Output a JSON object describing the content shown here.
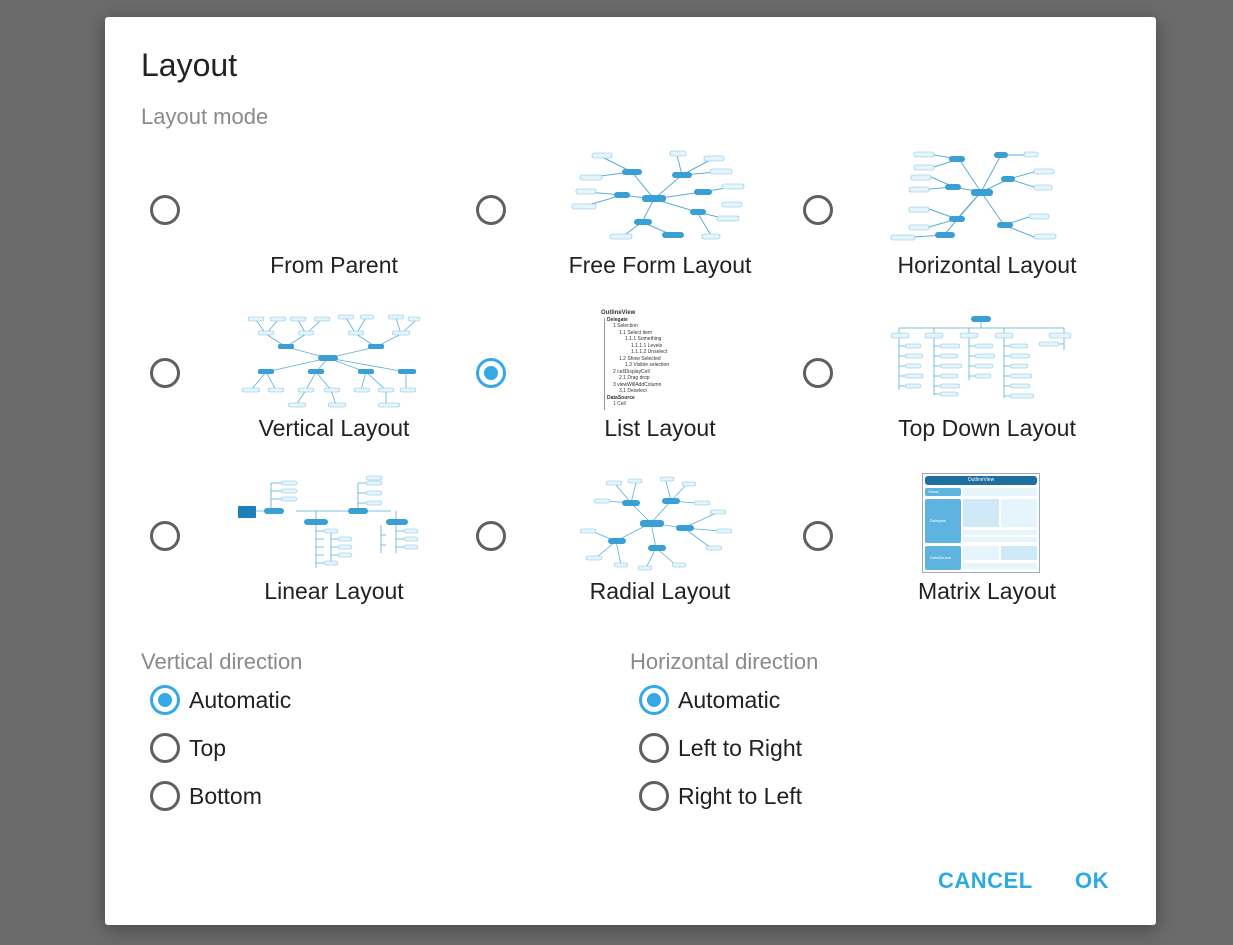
{
  "dialog": {
    "title": "Layout",
    "layout_mode_label": "Layout mode",
    "options": [
      {
        "label": "From Parent",
        "selected": false,
        "icon": "none"
      },
      {
        "label": "Free Form Layout",
        "selected": false,
        "icon": "free-form-map-icon"
      },
      {
        "label": "Horizontal Layout",
        "selected": false,
        "icon": "horizontal-map-icon"
      },
      {
        "label": "Vertical Layout",
        "selected": false,
        "icon": "vertical-map-icon"
      },
      {
        "label": "List Layout",
        "selected": true,
        "icon": "list-outline-icon"
      },
      {
        "label": "Top Down Layout",
        "selected": false,
        "icon": "top-down-map-icon"
      },
      {
        "label": "Linear Layout",
        "selected": false,
        "icon": "linear-map-icon"
      },
      {
        "label": "Radial Layout",
        "selected": false,
        "icon": "radial-map-icon"
      },
      {
        "label": "Matrix Layout",
        "selected": false,
        "icon": "matrix-table-icon"
      }
    ],
    "list_preview": {
      "header": "OutlineView",
      "rows": [
        "Delegate",
        "1 Selection",
        "1.1 Select item",
        "1.1.1 Something",
        "1.1.1.1 Levels",
        "1.1.1.2 Unselect",
        "1.2 Show Selected",
        "1.3 Visible selection",
        "2 cellDisplayCell",
        "2.1 Drag drop",
        "3 viewWillAddColumn",
        "3.1 Deselect",
        "DataSource",
        "1 Cell"
      ]
    },
    "matrix_preview": {
      "header": "OutlineView",
      "row_labels": [
        "Views",
        "Delegate",
        "DataSource"
      ]
    },
    "vertical_direction": {
      "label": "Vertical direction",
      "options": [
        {
          "label": "Automatic",
          "selected": true
        },
        {
          "label": "Top",
          "selected": false
        },
        {
          "label": "Bottom",
          "selected": false
        }
      ]
    },
    "horizontal_direction": {
      "label": "Horizontal direction",
      "options": [
        {
          "label": "Automatic",
          "selected": true
        },
        {
          "label": "Left to Right",
          "selected": false
        },
        {
          "label": "Right to Left",
          "selected": false
        }
      ]
    },
    "buttons": {
      "cancel": "CANCEL",
      "ok": "OK"
    },
    "colors": {
      "accent": "#35a9e6",
      "node": "#3a9fd4",
      "node_light": "#cfe9f7",
      "line": "#5aaed8"
    }
  }
}
